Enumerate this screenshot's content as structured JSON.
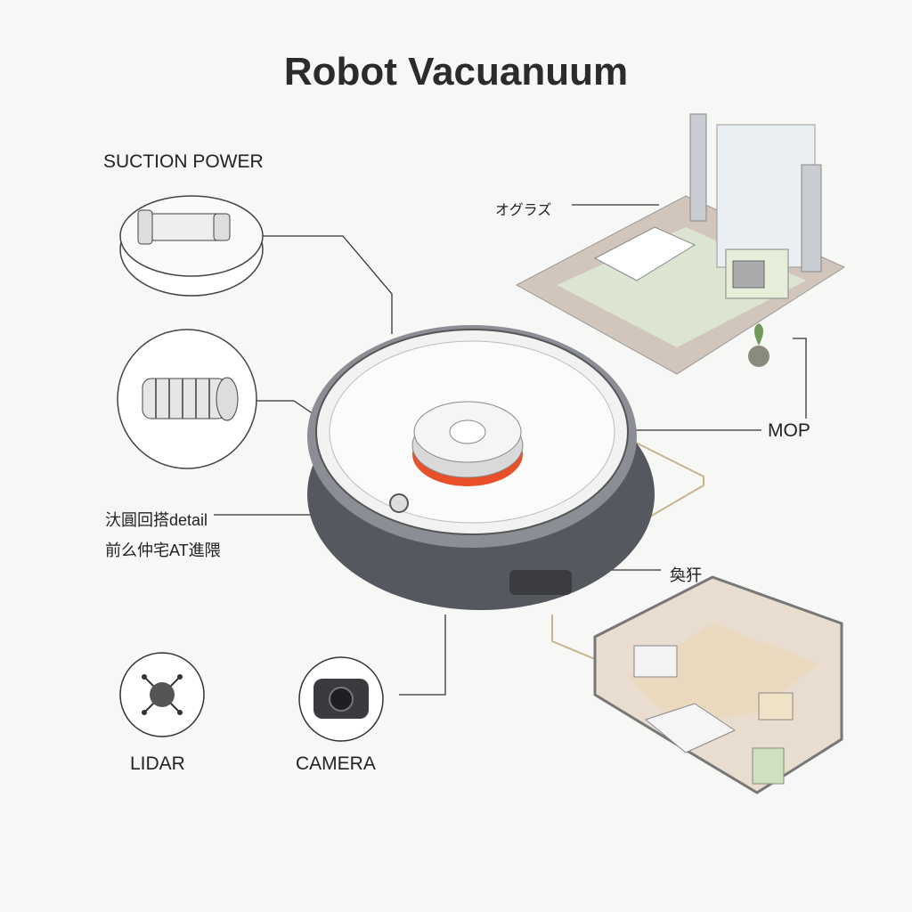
{
  "title": "Robot Vacuanuum",
  "labels": {
    "suction_power": "SUCTION POWER",
    "room_label": "オグラズ",
    "mop": "MOP",
    "side_label_1": "汏圓回搭detail",
    "side_label_2": "前么仲宅AT進隈",
    "floor_label": "奐犴",
    "lidar": "LIDAR",
    "camera": "CAMERA"
  },
  "colors": {
    "accent": "#e8502a",
    "body": "#5c5f66",
    "line": "#333333",
    "connector": "#c8b48a"
  }
}
